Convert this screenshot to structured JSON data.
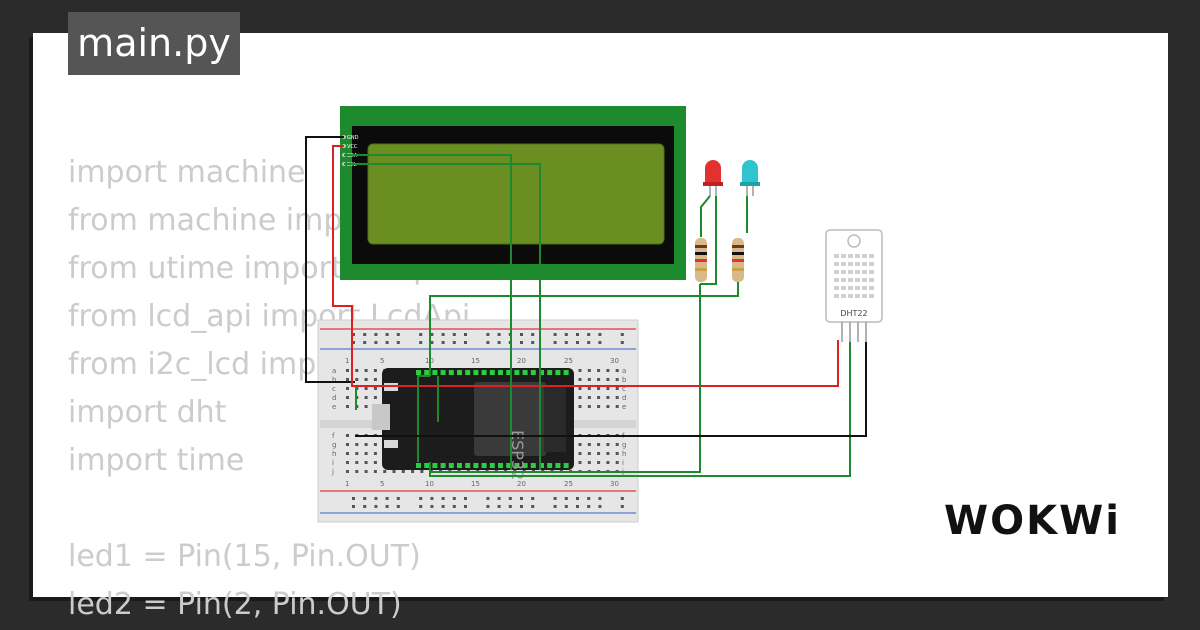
{
  "file_tab": {
    "label": "main.py"
  },
  "code_lines": [
    "import machine",
    "from machine import Pin",
    "from utime import sleep",
    "from lcd_api import LcdApi",
    "from i2c_lcd import I2cLcd",
    "import dht",
    "import time",
    "",
    "led1 = Pin(15, Pin.OUT)",
    "led2 = Pin(2, Pin.OUT)"
  ],
  "lcd": {
    "pins": [
      "GND",
      "VCC",
      "SDA",
      "SCL"
    ]
  },
  "mcu": {
    "label": "ESP32"
  },
  "sensor": {
    "label": "DHT22"
  },
  "breadboard": {
    "col_numbers": [
      "1",
      "5",
      "10",
      "15",
      "20",
      "25",
      "30"
    ],
    "row_letters_top": [
      "a",
      "b",
      "c",
      "d",
      "e"
    ],
    "row_letters_bottom": [
      "f",
      "g",
      "h",
      "i",
      "j"
    ]
  },
  "brand": {
    "name": "WOKWi"
  },
  "colors": {
    "background": "#2b2b2b",
    "lcd_board": "#1e8a2e",
    "lcd_screen": "#6b8e23",
    "wire_green": "#1e8a2e",
    "wire_red": "#e02020",
    "wire_black": "#111111",
    "led_red": "#e53030",
    "led_cyan": "#2ec4d0"
  }
}
